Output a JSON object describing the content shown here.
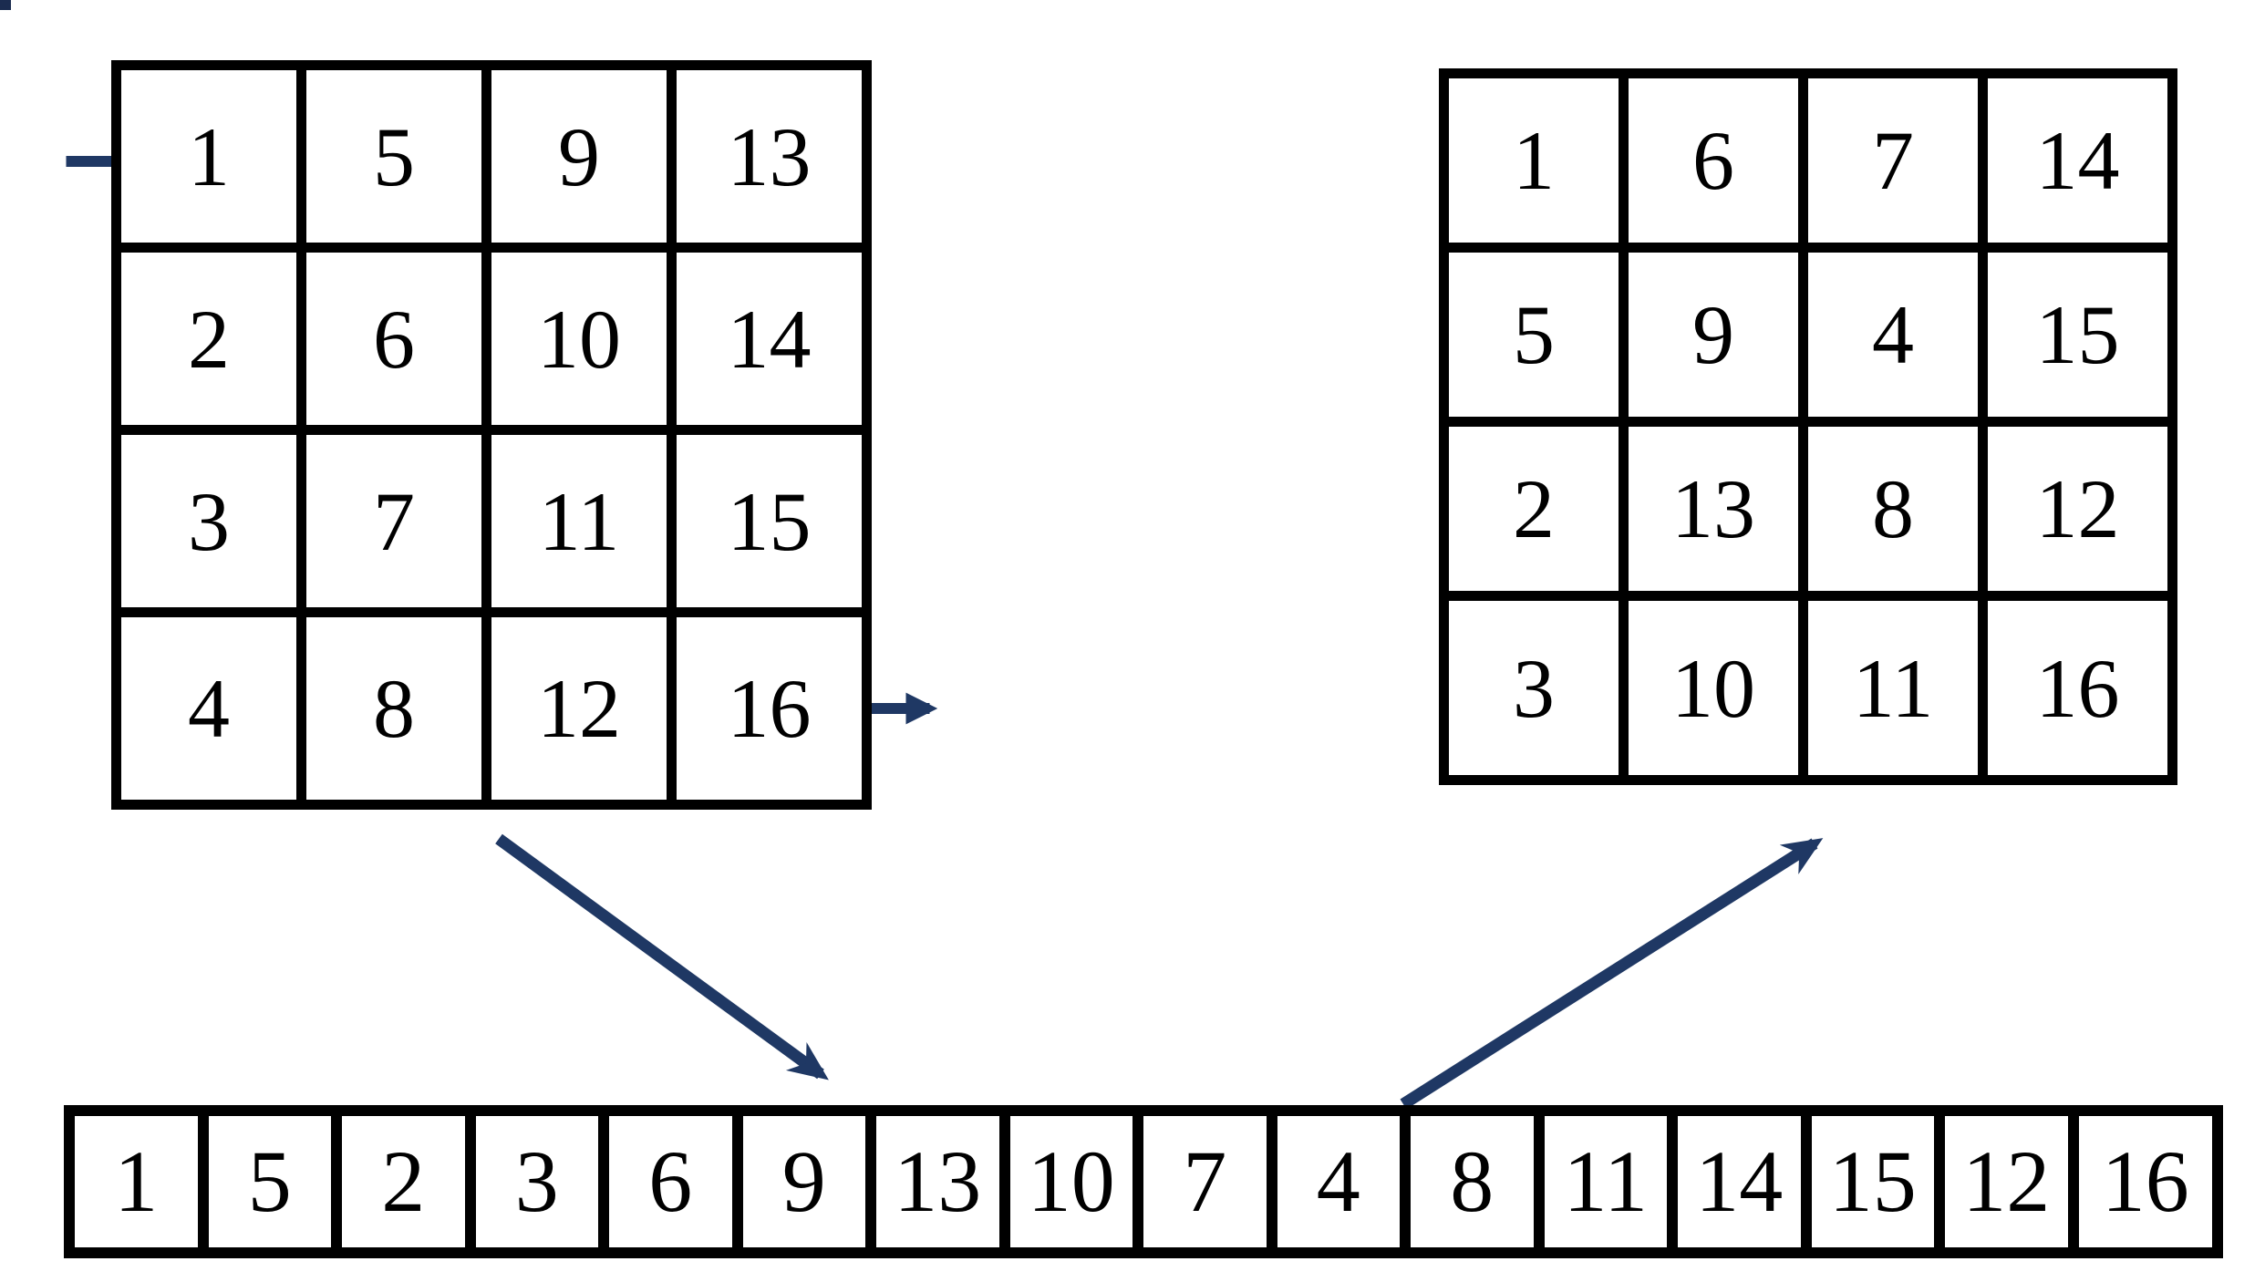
{
  "left_matrix": {
    "rows": [
      [
        1,
        5,
        9,
        13
      ],
      [
        2,
        6,
        10,
        14
      ],
      [
        3,
        7,
        11,
        15
      ],
      [
        4,
        8,
        12,
        16
      ]
    ]
  },
  "right_matrix": {
    "rows": [
      [
        1,
        6,
        7,
        14
      ],
      [
        5,
        9,
        4,
        15
      ],
      [
        2,
        13,
        8,
        12
      ],
      [
        3,
        10,
        11,
        16
      ]
    ]
  },
  "zigzag_sequence": [
    1,
    5,
    2,
    3,
    6,
    9,
    13,
    10,
    7,
    4,
    8,
    11,
    14,
    15,
    12,
    16
  ],
  "colors": {
    "arrow": "#1f3864",
    "grid_line": "#000000",
    "number_text": "#000000",
    "background": "#ffffff"
  }
}
